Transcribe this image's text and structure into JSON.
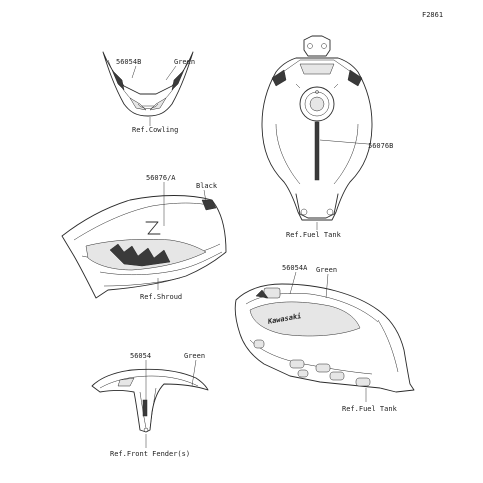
{
  "figure_code": "F2861",
  "callouts": {
    "cowling": {
      "part_number": "56054B",
      "color": "Green",
      "reference": "Ref.Cowling"
    },
    "fuel_tank_top": {
      "part_number": "56076B",
      "reference": "Ref.Fuel Tank"
    },
    "shroud": {
      "part_number": "56076/A",
      "color": "Black",
      "reference": "Ref.Shroud"
    },
    "fuel_tank_side": {
      "part_number": "56054A",
      "color": "Green",
      "brand_text": "Kawasaki",
      "reference": "Ref.Fuel Tank"
    },
    "front_fender": {
      "part_number": "56054",
      "color": "Green",
      "reference": "Ref.Front Fender(s)"
    }
  }
}
